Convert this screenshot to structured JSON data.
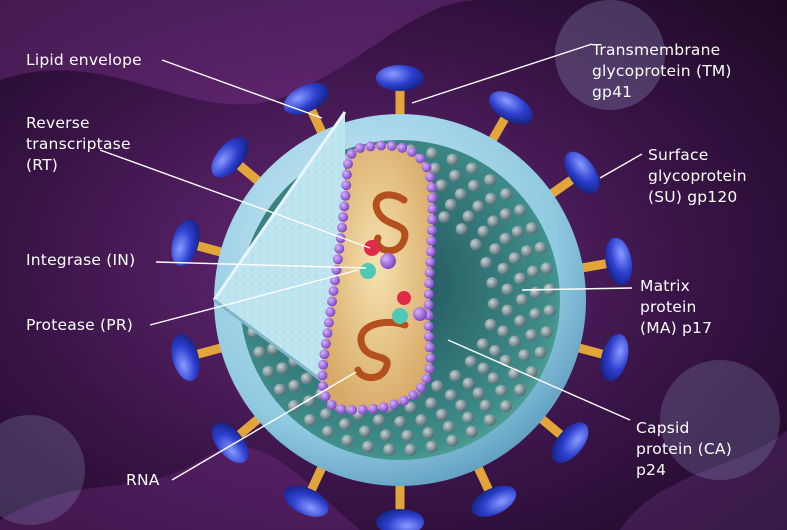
{
  "labels": {
    "lipid_envelope": "Lipid envelope",
    "reverse_transcriptase": "Reverse\ntranscriptase\n(RT)",
    "integrase": "Integrase (IN)",
    "protease": "Protease (PR)",
    "rna": "RNA",
    "transmembrane_glycoprotein": "Transmembrane\nglycoprotein (TM)\ngp41",
    "surface_glycoprotein": "Surface\nglycoprotein\n(SU) gp120",
    "matrix_protein": "Matrix\nprotein\n(MA) p17",
    "capsid_protein": "Capsid\nprotein (CA)\np24"
  },
  "colors": {
    "background": "#3a1448",
    "envelope": "#8fc9e0",
    "matrix": "#4fae9c",
    "spike_head": "#2c3fcf",
    "spike_stalk": "#e3a53a",
    "capsid_dot": "#9a5cd6",
    "rna": "#b4501e",
    "enzyme_red": "#e02a4a",
    "enzyme_teal": "#4fc9b4",
    "leader_line": "#ffffff"
  }
}
